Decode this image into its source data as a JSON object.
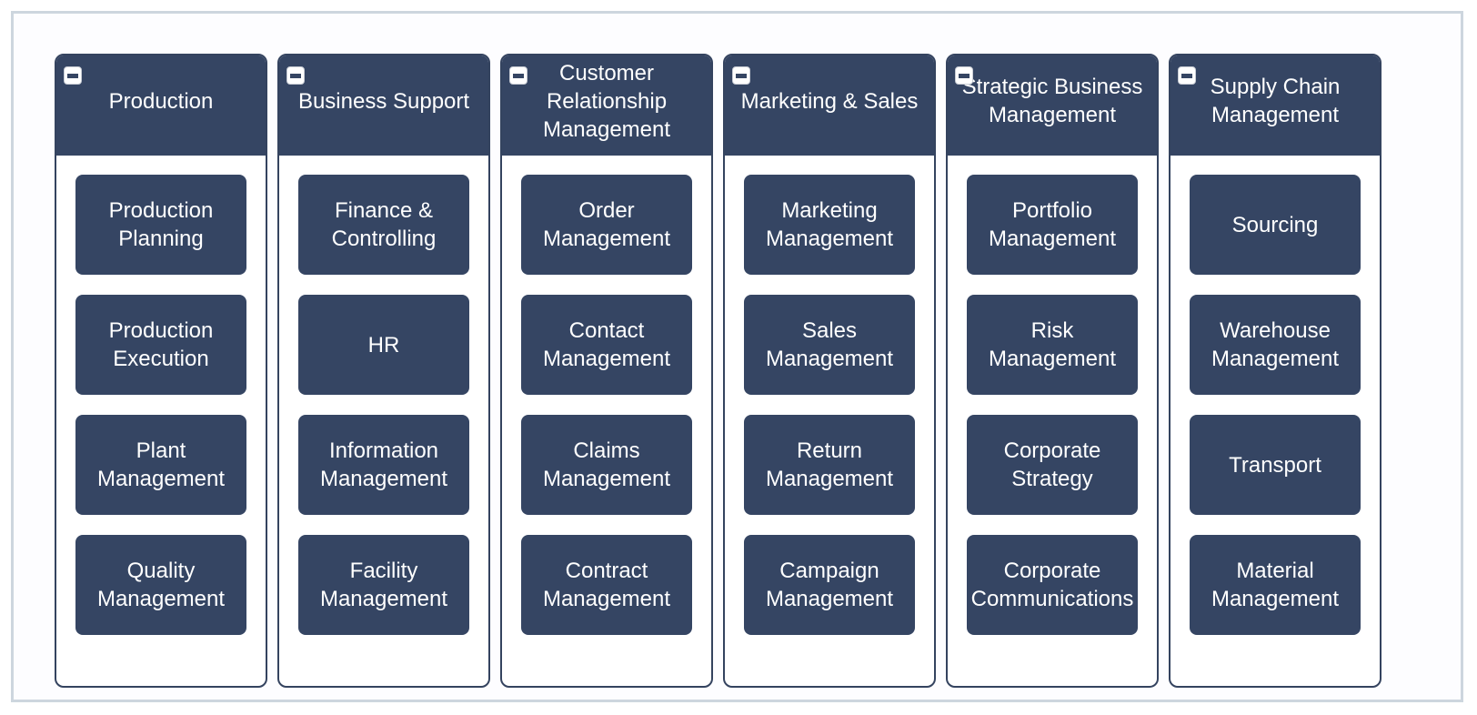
{
  "columns": [
    {
      "title": "Production",
      "items": [
        "Production\nPlanning",
        "Production\nExecution",
        "Plant\nManagement",
        "Quality\nManagement"
      ]
    },
    {
      "title": "Business Support",
      "items": [
        "Finance &\nControlling",
        "HR",
        "Information\nManagement",
        "Facility\nManagement"
      ]
    },
    {
      "title": "Customer\nRelationship\nManagement",
      "items": [
        "Order\nManagement",
        "Contact\nManagement",
        "Claims\nManagement",
        "Contract\nManagement"
      ]
    },
    {
      "title": "Marketing & Sales",
      "items": [
        "Marketing\nManagement",
        "Sales\nManagement",
        "Return\nManagement",
        "Campaign\nManagement"
      ]
    },
    {
      "title": "Strategic Business\nManagement",
      "items": [
        "Portfolio\nManagement",
        "Risk\nManagement",
        "Corporate\nStrategy",
        "Corporate\nCommunications"
      ]
    },
    {
      "title": "Supply Chain\nManagement",
      "items": [
        "Sourcing",
        "Warehouse\nManagement",
        "Transport",
        "Material\nManagement"
      ]
    }
  ],
  "colors": {
    "header": "#354563",
    "card": "#354563",
    "frame": "#cdd6de"
  },
  "icons": {
    "collapse": "minus-box-icon"
  }
}
